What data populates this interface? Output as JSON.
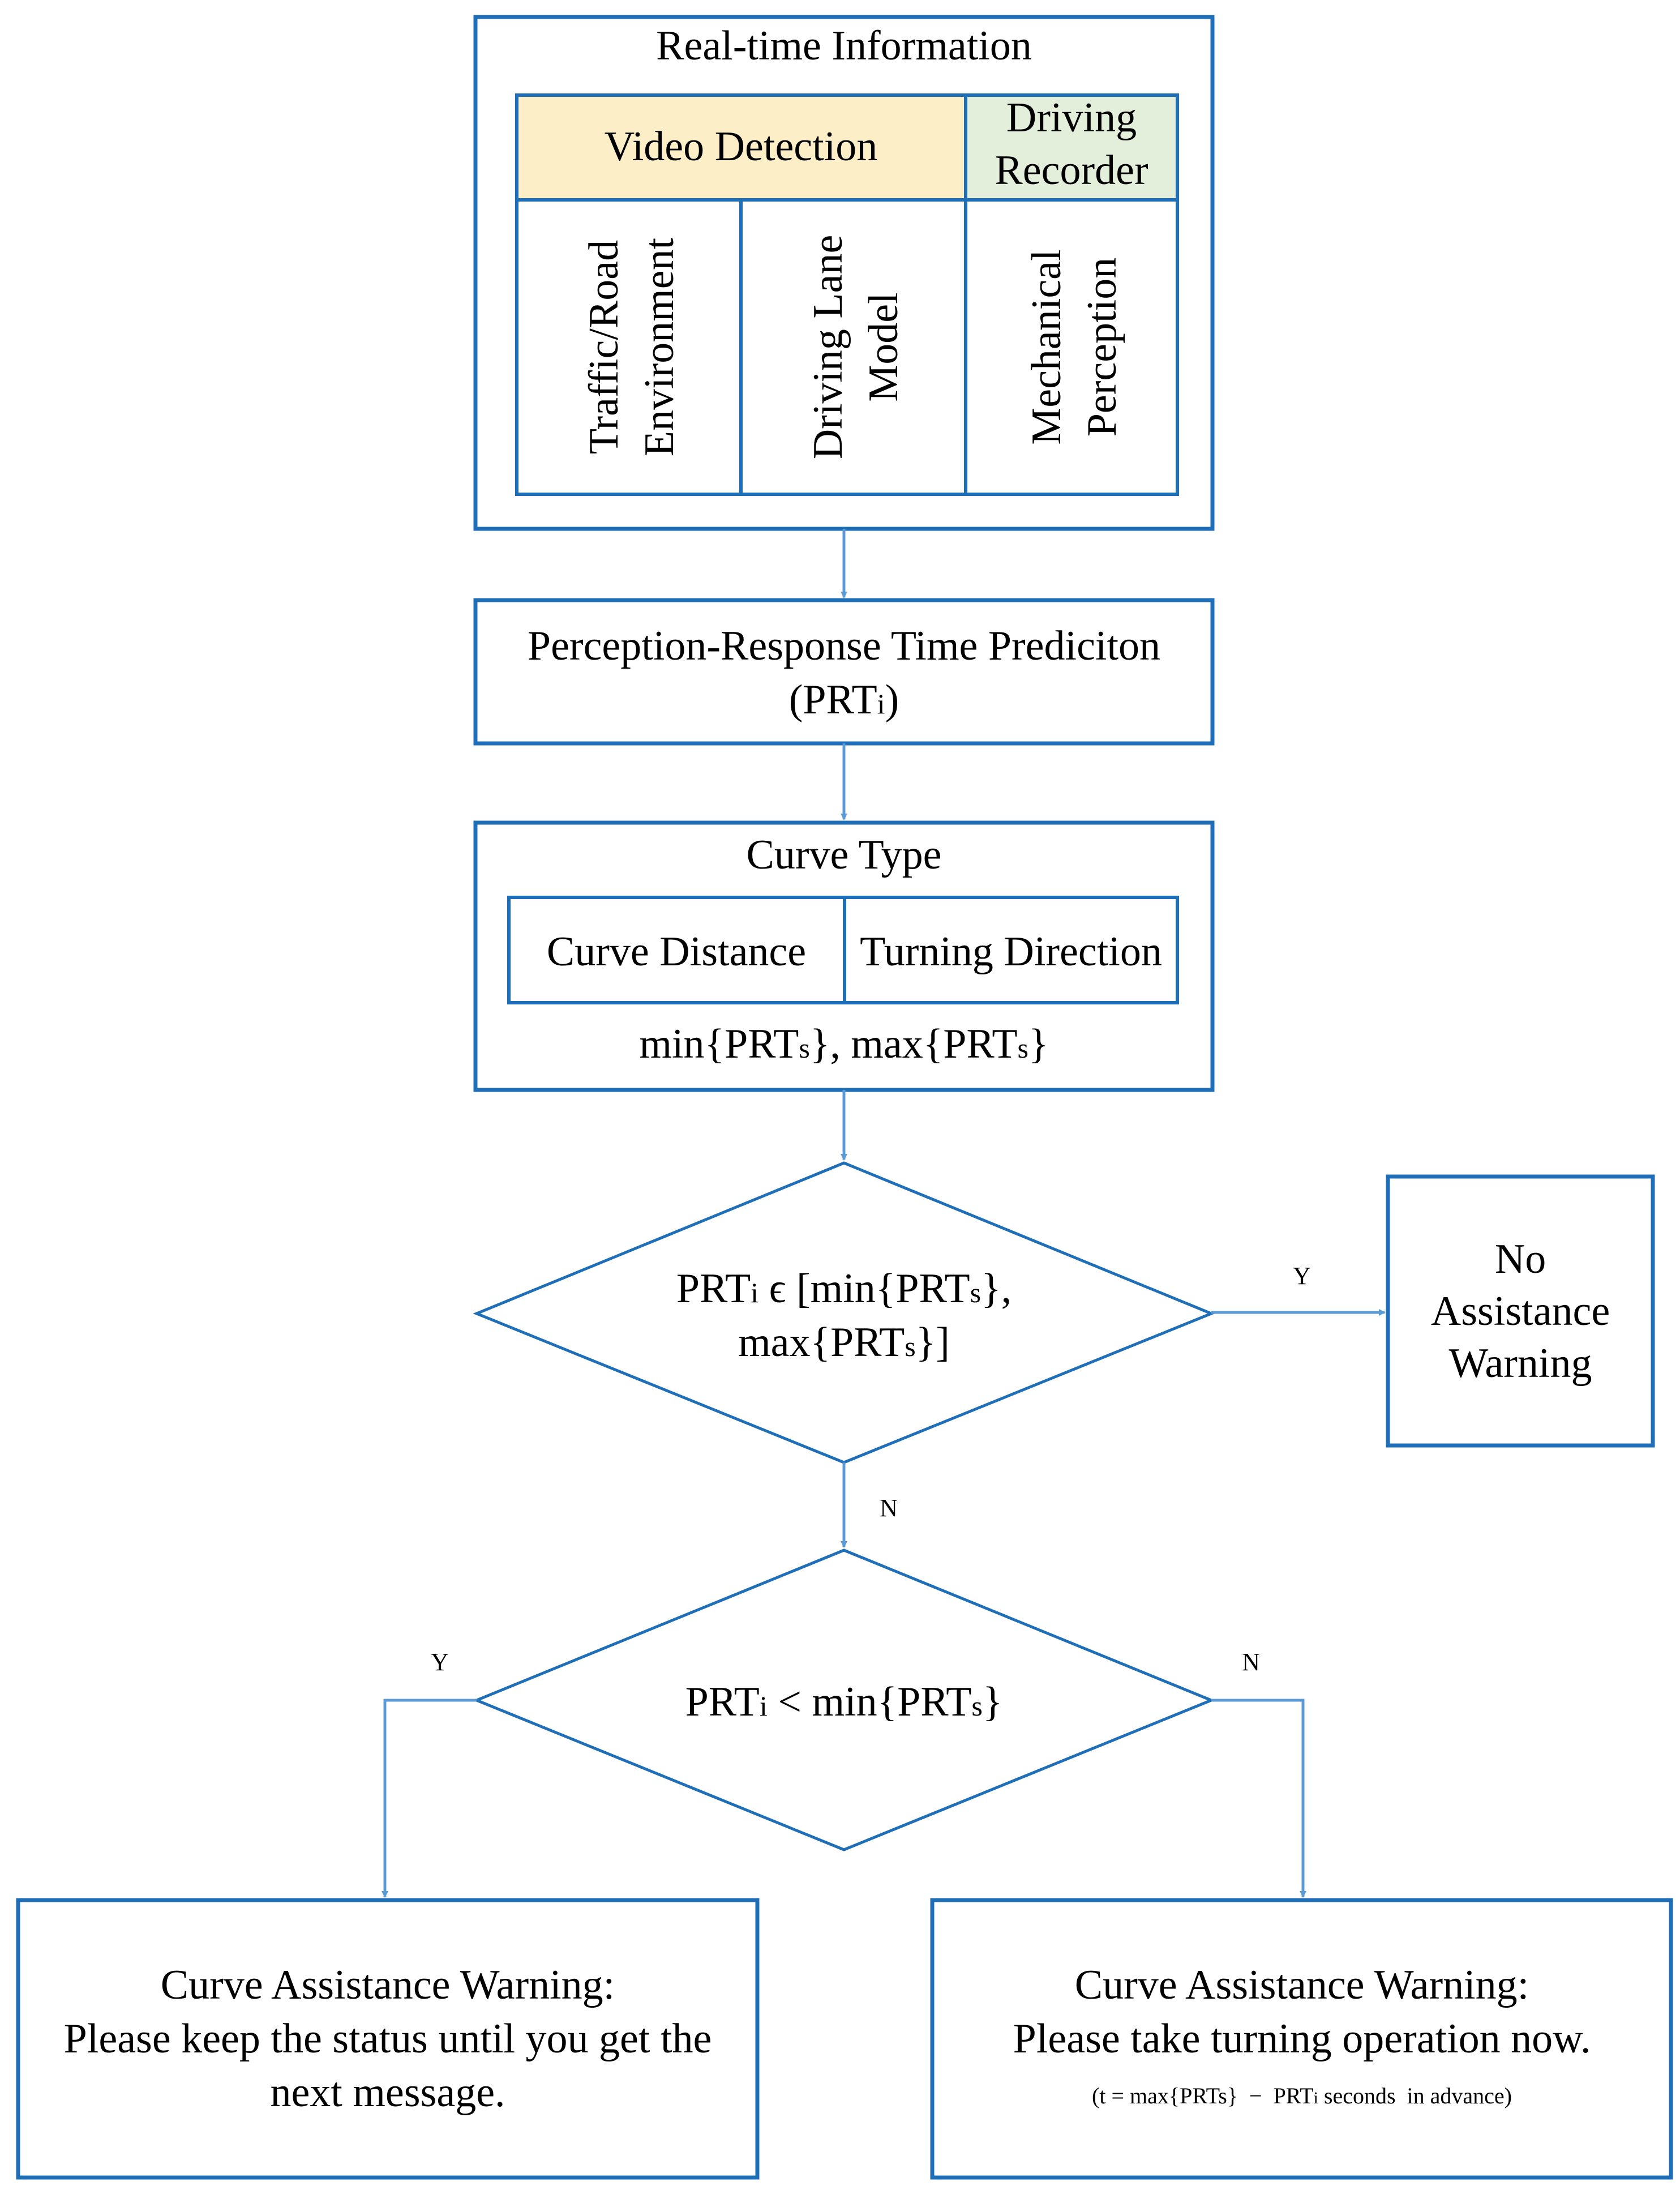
{
  "colors": {
    "border": "#1f6fb8",
    "arrow": "#5b9bd5",
    "video_fill": "#fcefc8",
    "recorder_fill": "#e3efdb",
    "text": "#000000"
  },
  "realtime": {
    "title": "Real-time Information",
    "video_detection": "Video Detection",
    "driving_recorder": [
      "Driving",
      "Recorder"
    ],
    "traffic_road": [
      "Traffic/Road",
      "Environment"
    ],
    "driving_lane": [
      "Driving Lane",
      "Model"
    ],
    "mechanical": [
      "Mechanical",
      "Perception"
    ]
  },
  "prt": {
    "line1": "Perception-Response Time Prediciton",
    "open": "(PRT",
    "sub": "i",
    "close": ")"
  },
  "curve": {
    "title": "Curve Type",
    "distance": "Curve Distance",
    "direction": "Turning Direction",
    "range": {
      "a": "min{PRT",
      "a_sub": "s",
      "b": "}, max{PRT",
      "b_sub": "s",
      "c": "}"
    }
  },
  "decision1": {
    "l1_a": "PRT",
    "l1_sub": "i",
    "l1_b": " ϵ [min{PRT",
    "l1_sub2": "s",
    "l1_c": "},",
    "l2_a": "max{PRT",
    "l2_sub": "s",
    "l2_b": "}]",
    "yes": "Y",
    "no": "N"
  },
  "no_warning": [
    "No",
    "Assistance",
    "Warning"
  ],
  "decision2": {
    "a": "PRT",
    "sub": "i",
    "b": " < min{PRT",
    "sub2": "s",
    "c": "}",
    "yes": "Y",
    "no": "N"
  },
  "warning_left": {
    "title": "Curve Assistance Warning:",
    "line2": "Please keep the status until you get the",
    "line3": "next message."
  },
  "warning_right": {
    "title": "Curve Assistance Warning:",
    "line2": "Please take turning operation now.",
    "formula": {
      "a": "(t = max{PRTs}  −  PRT",
      "sub": "i",
      "b": " seconds  in advance)"
    }
  }
}
